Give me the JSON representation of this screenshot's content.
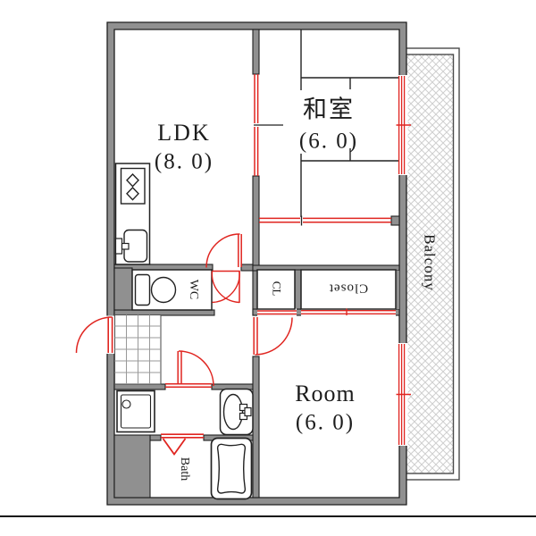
{
  "rooms": {
    "ldk": {
      "label": "LDK",
      "size": "(8. 0)"
    },
    "washitsu": {
      "label": "和室",
      "size": "(6. 0)"
    },
    "room": {
      "label": "Room",
      "size": "(6. 0)"
    },
    "balcony": {
      "label": "Balcony"
    },
    "wc": {
      "label": "WC"
    },
    "cl": {
      "label": "CL"
    },
    "closet": {
      "label": "Closet"
    },
    "bath": {
      "label": "Bath"
    }
  },
  "colors": {
    "fixture_red": "#e02520",
    "wall_gray": "#909090",
    "line_black": "#222222",
    "hatch_gray": "#cfcfcf"
  }
}
